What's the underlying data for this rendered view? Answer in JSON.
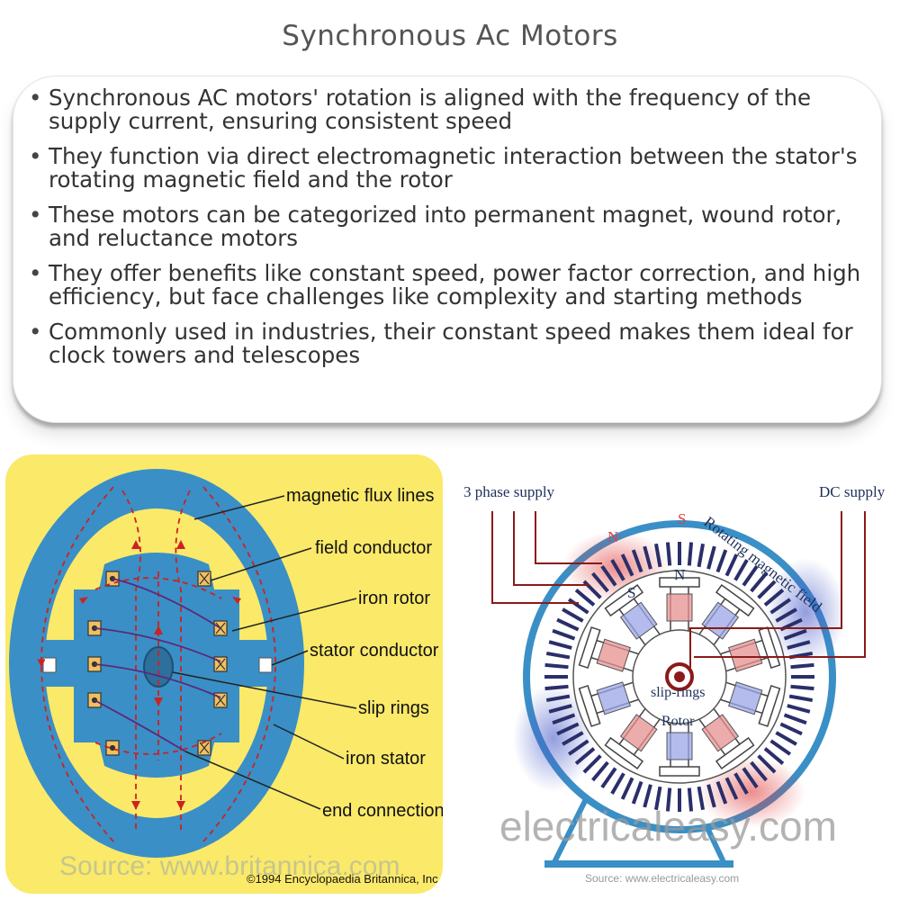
{
  "page": {
    "title": "Synchronous Ac Motors"
  },
  "bullets": [
    "Synchronous AC motors' rotation is aligned with the frequency of the supply current, ensuring consistent speed",
    "They function via direct electromagnetic interaction between the stator's rotating magnetic field and the rotor",
    "These motors can be categorized into permanent magnet, wound rotor, and reluctance motors",
    "They offer benefits like constant speed, power factor correction, and high efficiency, but face challenges like complexity and starting methods",
    "Commonly used in industries, their constant speed makes them ideal for clock towers and telescopes"
  ],
  "left_figure": {
    "labels": {
      "magnetic_flux_lines": "magnetic flux lines",
      "field_conductor": "field conductor",
      "iron_rotor": "iron rotor",
      "stator_conductor": "stator conductor",
      "slip_rings": "slip rings",
      "iron_stator": "iron stator",
      "end_connection": "end connection"
    },
    "copyright": "©1994 Encyclopaedia Britannica, Inc",
    "source_watermark": "Source: www.britannica.com",
    "colors": {
      "background": "#fbe96a",
      "iron": "#3a8fc6",
      "gap": "#fbe96a",
      "flux": "#cc2222"
    }
  },
  "right_figure": {
    "labels": {
      "three_phase_supply": "3 phase supply",
      "dc_supply": "DC supply",
      "rotating_field": "Rotating magnetic field",
      "north": "N",
      "south": "S",
      "slip_rings": "slip-rings",
      "rotor": "Rotor"
    },
    "watermark": "electricaleasy.com",
    "source": "Source: www.electricaleasy.com",
    "colors": {
      "frame": "#3a8fc6",
      "wire": "#8b1a1a",
      "north": "#e04040",
      "south": "#4a5cc8"
    }
  }
}
